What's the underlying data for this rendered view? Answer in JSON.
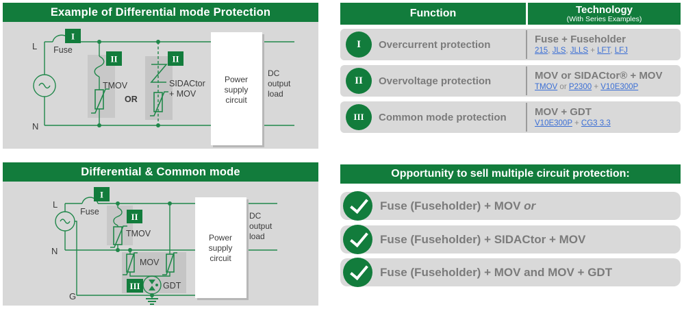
{
  "colors": {
    "brand_green": "#127c3c",
    "line_green": "#20874a",
    "link_blue": "#3a6ed5",
    "gray_text": "#7b7b7b"
  },
  "diff_panel": {
    "title": "Example of Differential mode Protection",
    "badge_i": "I",
    "badge_ii_left": "II",
    "badge_ii_right": "II",
    "label_l": "L",
    "label_n": "N",
    "label_fuse": "Fuse",
    "label_tmov": "TMOV",
    "label_or": "OR",
    "label_sidactor_line1": "SIDACtor",
    "label_sidactor_line2": "+ MOV",
    "power_line1": "Power",
    "power_line2": "supply",
    "power_line3": "circuit",
    "dc_line1": "DC",
    "dc_line2": "output",
    "dc_line3": "load"
  },
  "function_table": {
    "header_function": "Function",
    "header_technology": "Technology",
    "header_technology_sub": "(With Series Examples)",
    "rows": [
      {
        "numeral": "I",
        "function": "Overcurrent protection",
        "tech_title": "Fuse + Fuseholder",
        "parts": [
          {
            "t": "215"
          },
          {
            "t": ", "
          },
          {
            "t": "JLS"
          },
          {
            "t": ", "
          },
          {
            "t": "JLLS"
          },
          {
            "t": " + "
          },
          {
            "t": "LFT"
          },
          {
            "t": ", "
          },
          {
            "t": "LFJ"
          }
        ]
      },
      {
        "numeral": "II",
        "function": "Overvoltage protection",
        "tech_title": "MOV or SIDACtor® + MOV",
        "parts": [
          {
            "t": "TMOV"
          },
          {
            "t": " or "
          },
          {
            "t": "P2300"
          },
          {
            "t": " + "
          },
          {
            "t": "V10E300P"
          }
        ]
      },
      {
        "numeral": "III",
        "function": "Common mode protection",
        "tech_title": "MOV + GDT",
        "parts": [
          {
            "t": "V10E300P"
          },
          {
            "t": " + "
          },
          {
            "t": "CG3 3.3"
          }
        ]
      }
    ]
  },
  "common_panel": {
    "title": "Differential & Common mode",
    "badge_i": "I",
    "badge_ii": "II",
    "badge_iii": "III",
    "label_l": "L",
    "label_n": "N",
    "label_g": "G",
    "label_fuse": "Fuse",
    "label_tmov": "TMOV",
    "label_mov": "MOV",
    "label_gdt": "GDT",
    "power_line1": "Power",
    "power_line2": "supply",
    "power_line3": "circuit",
    "dc_line1": "DC",
    "dc_line2": "output",
    "dc_line3": "load"
  },
  "opportunity": {
    "title": "Opportunity to sell multiple circuit protection:",
    "rows": [
      {
        "text": "Fuse (Fuseholder) + MOV",
        "suffix": " or"
      },
      {
        "text": "Fuse (Fuseholder) + SIDACtor + MOV",
        "suffix": ""
      },
      {
        "text": "Fuse (Fuseholder) + MOV and MOV + GDT",
        "suffix": ""
      }
    ]
  }
}
